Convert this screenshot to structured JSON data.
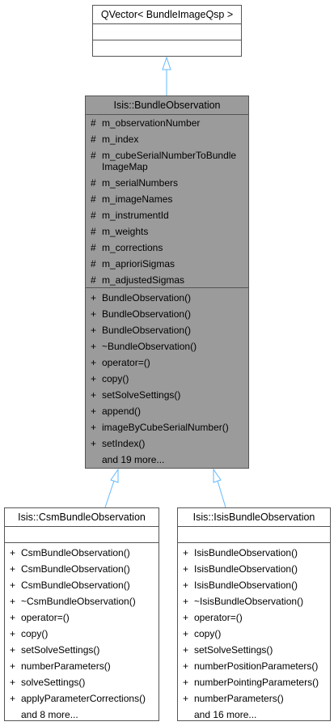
{
  "colors": {
    "link": "#63B8FF",
    "selected_fill": "#9B9B9B",
    "border": "#555555"
  },
  "qvector": {
    "title": "QVector< BundleImageQsp >"
  },
  "bundle": {
    "title": "Isis::BundleObservation",
    "attributes": [
      {
        "sym": "#",
        "name": "m_observationNumber"
      },
      {
        "sym": "#",
        "name": "m_index"
      },
      {
        "sym": "#",
        "name": "m_cubeSerialNumberToBundle",
        "cont": "ImageMap"
      },
      {
        "sym": "#",
        "name": "m_serialNumbers"
      },
      {
        "sym": "#",
        "name": "m_imageNames"
      },
      {
        "sym": "#",
        "name": "m_instrumentId"
      },
      {
        "sym": "#",
        "name": "m_weights"
      },
      {
        "sym": "#",
        "name": "m_corrections"
      },
      {
        "sym": "#",
        "name": "m_aprioriSigmas"
      },
      {
        "sym": "#",
        "name": "m_adjustedSigmas"
      }
    ],
    "methods": [
      {
        "sym": "+",
        "name": "BundleObservation()"
      },
      {
        "sym": "+",
        "name": "BundleObservation()"
      },
      {
        "sym": "+",
        "name": "BundleObservation()"
      },
      {
        "sym": "+",
        "name": "~BundleObservation()"
      },
      {
        "sym": "+",
        "name": "operator=()"
      },
      {
        "sym": "+",
        "name": "copy()"
      },
      {
        "sym": "+",
        "name": "setSolveSettings()"
      },
      {
        "sym": "+",
        "name": "append()"
      },
      {
        "sym": "+",
        "name": "imageByCubeSerialNumber()"
      },
      {
        "sym": "+",
        "name": "setIndex()"
      },
      {
        "sym": "",
        "name": "and 19 more..."
      }
    ]
  },
  "csm": {
    "title": "Isis::CsmBundleObservation",
    "methods": [
      {
        "sym": "+",
        "name": "CsmBundleObservation()"
      },
      {
        "sym": "+",
        "name": "CsmBundleObservation()"
      },
      {
        "sym": "+",
        "name": "CsmBundleObservation()"
      },
      {
        "sym": "+",
        "name": "~CsmBundleObservation()"
      },
      {
        "sym": "+",
        "name": "operator=()"
      },
      {
        "sym": "+",
        "name": "copy()"
      },
      {
        "sym": "+",
        "name": "setSolveSettings()"
      },
      {
        "sym": "+",
        "name": "numberParameters()"
      },
      {
        "sym": "+",
        "name": "solveSettings()"
      },
      {
        "sym": "+",
        "name": "applyParameterCorrections()"
      },
      {
        "sym": "",
        "name": "and 8 more..."
      }
    ]
  },
  "isis": {
    "title": "Isis::IsisBundleObservation",
    "methods": [
      {
        "sym": "+",
        "name": "IsisBundleObservation()"
      },
      {
        "sym": "+",
        "name": "IsisBundleObservation()"
      },
      {
        "sym": "+",
        "name": "IsisBundleObservation()"
      },
      {
        "sym": "+",
        "name": "~IsisBundleObservation()"
      },
      {
        "sym": "+",
        "name": "operator=()"
      },
      {
        "sym": "+",
        "name": "copy()"
      },
      {
        "sym": "+",
        "name": "setSolveSettings()"
      },
      {
        "sym": "+",
        "name": "numberPositionParameters()"
      },
      {
        "sym": "+",
        "name": "numberPointingParameters()"
      },
      {
        "sym": "+",
        "name": "numberParameters()"
      },
      {
        "sym": "",
        "name": "and 16 more..."
      }
    ]
  }
}
